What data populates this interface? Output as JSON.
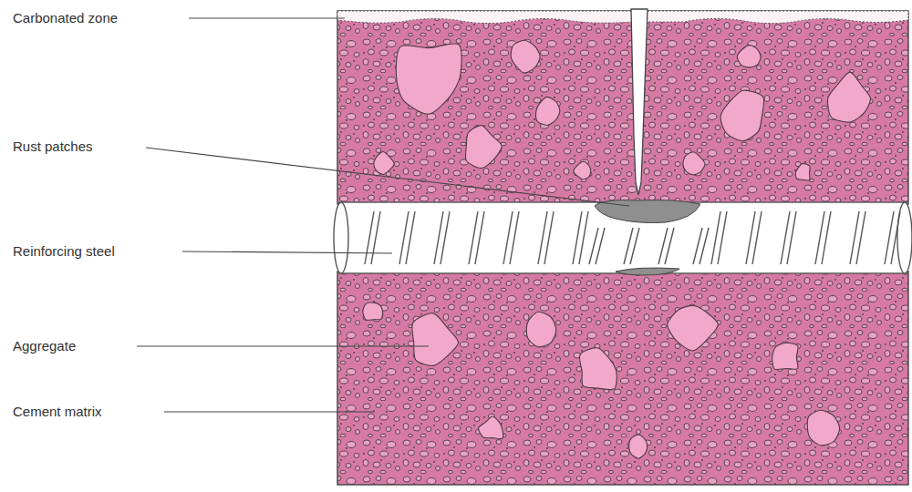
{
  "diagram": {
    "labels": [
      "Carbonated zone",
      "Rust patches",
      "Reinforcing steel",
      "Aggregate",
      "Cement matrix"
    ]
  }
}
